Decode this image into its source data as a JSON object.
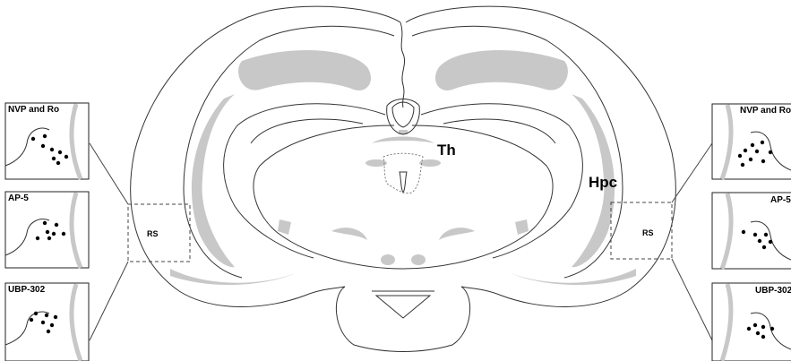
{
  "labels": {
    "thalamus": "Th",
    "hippocampus": "Hpc",
    "rs_left": "RS",
    "rs_right": "RS"
  },
  "panels": {
    "left": [
      "NVP and Ro",
      "AP-5",
      "UBP-302"
    ],
    "right": [
      "NVP and Ro",
      "AP-5",
      "UBP-302"
    ]
  },
  "colors": {
    "outline": "#222222",
    "tract": "#c8c8c8",
    "dot": "#000000"
  }
}
